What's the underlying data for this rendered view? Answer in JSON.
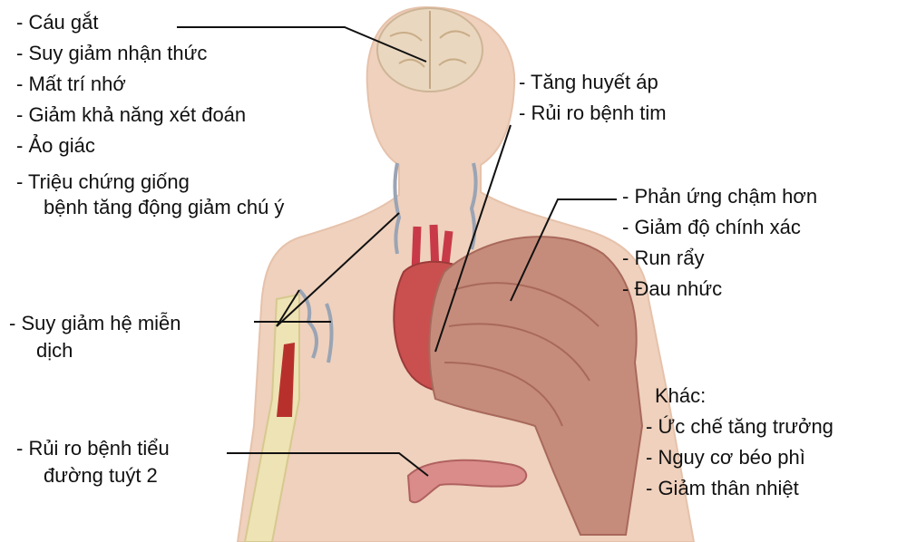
{
  "colors": {
    "skin": "#efd1bd",
    "skin_edge": "#e6c2ab",
    "brain": "#ead7bf",
    "muscle": "#c68c7b",
    "muscle_dark": "#a8695b",
    "heart": "#c9504f",
    "vessel": "#c83a48",
    "lymph": "#9aa4b4",
    "bone": "#eee3b4",
    "marrow": "#b8302c",
    "pancreas": "#d98c8a",
    "line": "#111111"
  },
  "labels": {
    "brain_group": [
      "- Cáu gắt",
      "- Suy giảm nhận thức",
      "- Mất trí nhớ",
      "- Giảm khả năng xét đoán",
      "- Ảo giác",
      "- Triệu chứng giống",
      "bệnh tăng động giảm chú ý"
    ],
    "cardio_group": [
      "- Tăng huyết áp",
      "- Rủi ro bệnh tim"
    ],
    "muscle_group": [
      "- Phản ứng chậm hơn",
      "- Giảm độ chính xác",
      "- Run rẩy",
      "- Đau nhức"
    ],
    "immune": [
      "- Suy giảm hệ miễn",
      "dịch"
    ],
    "diabetes": [
      "- Rủi ro bệnh tiểu",
      "đường tuýt 2"
    ],
    "other_title": "Khác:",
    "other_group": [
      "- Ức chế tăng trưởng",
      "- Nguy cơ béo phì",
      "- Giảm thân nhiệt"
    ]
  }
}
